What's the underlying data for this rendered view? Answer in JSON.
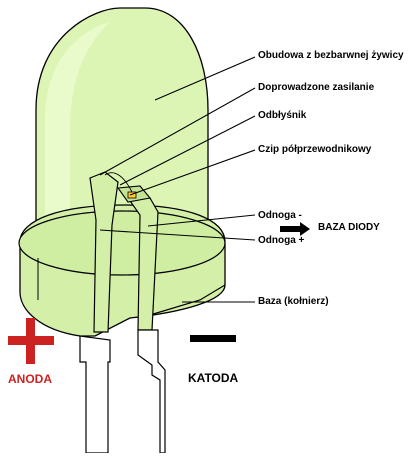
{
  "labels": {
    "housing": "Obudowa z bezbarwnej żywicy",
    "power_leads": "Doprowadzone zasilanie",
    "reflector": "Odbłyśnik",
    "chip": "Czip półprzewodnikowy",
    "leg_minus": "Odnoga -",
    "leg_plus": "Odnoga +",
    "diode_base": "BAZA DIODY",
    "base_flange": "Baza (kołnierz)",
    "anode": "ANODA",
    "cathode": "KATODA"
  },
  "colors": {
    "body_fill": "#ddf5b4",
    "body_shade": "#c6e99a",
    "anode_red": "#cc2222",
    "outline": "#000000"
  }
}
